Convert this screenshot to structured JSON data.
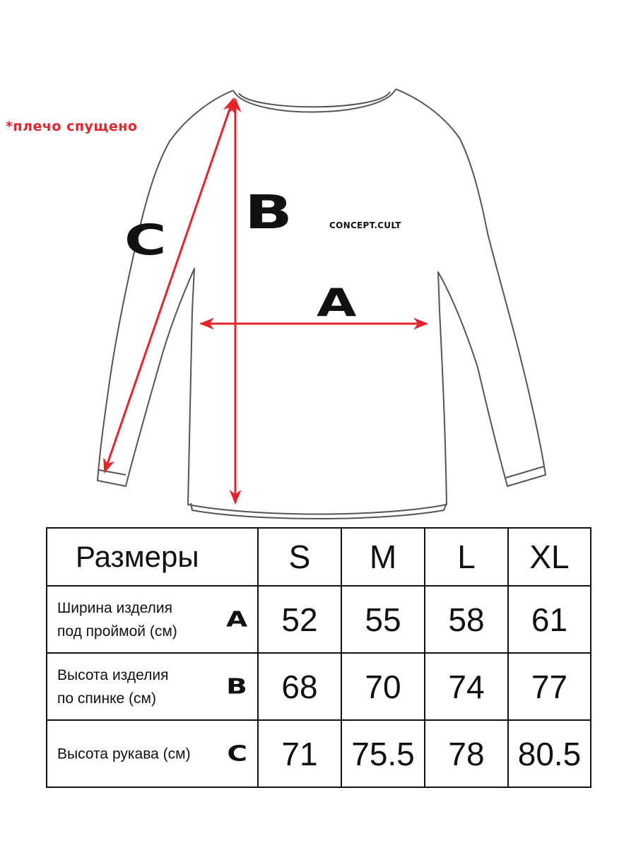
{
  "diagram": {
    "note": "*плечо спущено",
    "brand": "CONCEPT.CULT",
    "letters": {
      "a": "A",
      "b": "B",
      "c": "C"
    },
    "arrow_color": "#e3242b",
    "garment_outline_color": "#555555"
  },
  "table": {
    "title": "Размеры",
    "sizes": [
      "S",
      "M",
      "L",
      "XL"
    ],
    "rows": [
      {
        "label": "Ширина изделия\nпод проймой (см)",
        "letter": "A",
        "values": [
          "52",
          "55",
          "58",
          "61"
        ]
      },
      {
        "label": "Высота изделия\nпо спинке (см)",
        "letter": "B",
        "values": [
          "68",
          "70",
          "74",
          "77"
        ]
      },
      {
        "label": "Высота рукава (см)",
        "letter": "C",
        "values": [
          "71",
          "75.5",
          "78",
          "80.5"
        ]
      }
    ]
  }
}
